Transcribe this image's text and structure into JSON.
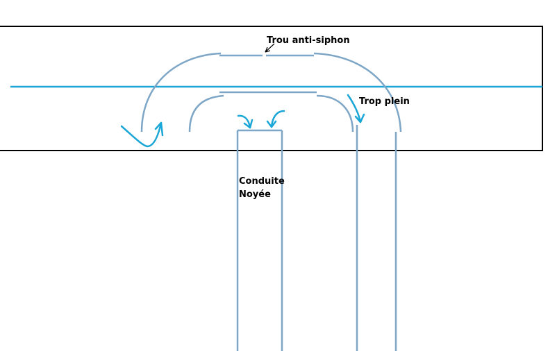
{
  "labels": {
    "anti_siphon_hole": "Trou anti-siphon",
    "overflow": "Trop plein",
    "submerged_pipe_line1": "Conduite",
    "submerged_pipe_line2": "Noyée"
  },
  "colors": {
    "frame": "#000000",
    "pipe": "#7ea6c6",
    "water_and_flow": "#1aa6d6",
    "background": "#ffffff"
  }
}
